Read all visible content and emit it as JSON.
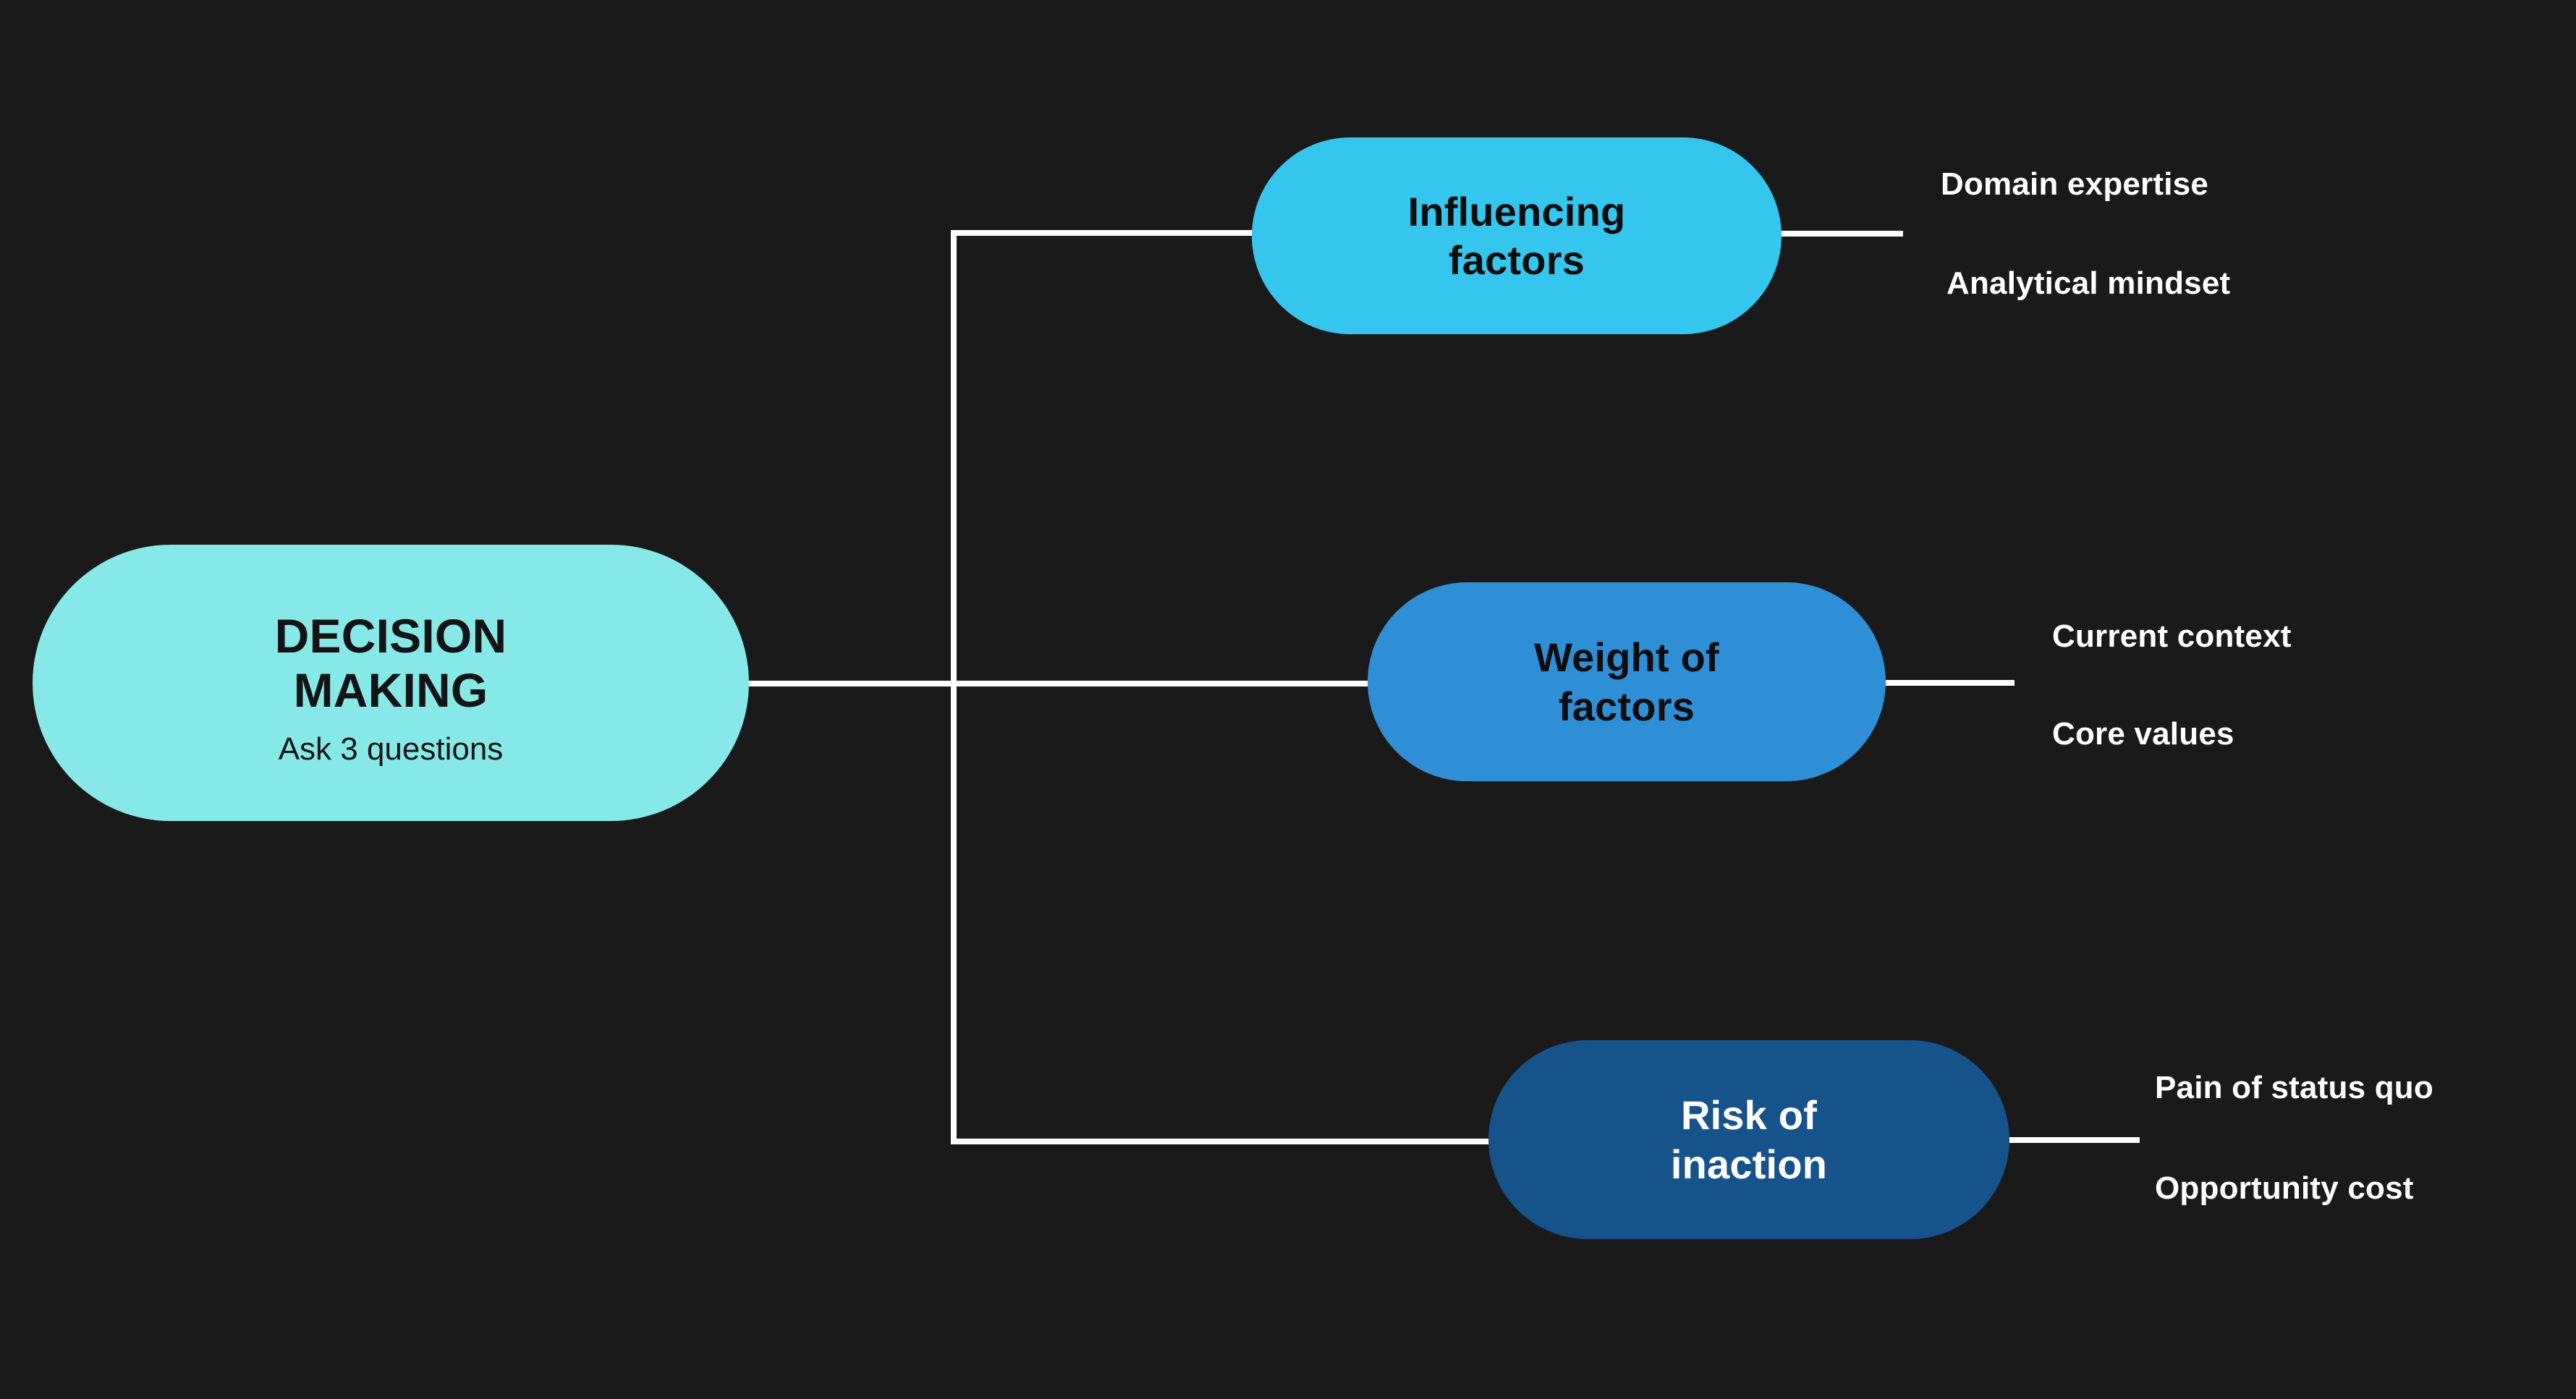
{
  "diagram": {
    "title": "Decision Making mind map",
    "background_color": "#1a1a1a",
    "connector_color": "#ffffff",
    "root": {
      "title": "DECISION\nMAKING",
      "title_line_1": "DECISION",
      "title_line_2": "MAKING",
      "subtitle": "Ask 3 questions",
      "color": "#86E9E8",
      "text_color": "#141414"
    },
    "branches": [
      {
        "title_line_1": "Influencing",
        "title_line_2": "factors",
        "color": "#35C6EE",
        "text_color": "#0d0d0d",
        "leaves": [
          {
            "label": "Domain expertise"
          },
          {
            "label": "Analytical mindset"
          }
        ]
      },
      {
        "title_line_1": "Weight of",
        "title_line_2": "factors",
        "color": "#2E8FD6",
        "text_color": "#0d0d0d",
        "leaves": [
          {
            "label": "Current context"
          },
          {
            "label": "Core values"
          }
        ]
      },
      {
        "title_line_1": "Risk of",
        "title_line_2": "inaction",
        "color": "#17538B",
        "text_color": "#ffffff",
        "leaves": [
          {
            "label": "Pain of status quo"
          },
          {
            "label": "Opportunity cost"
          }
        ]
      }
    ]
  }
}
